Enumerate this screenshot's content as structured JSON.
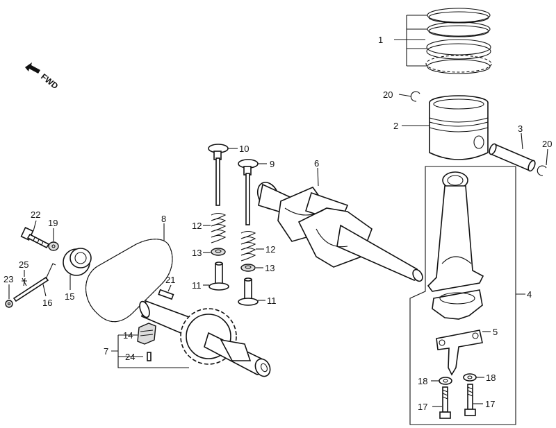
{
  "direction_indicator": {
    "text": "FWD"
  },
  "callouts": [
    {
      "id": "c1",
      "text": "1"
    },
    {
      "id": "c2",
      "text": "2"
    },
    {
      "id": "c3",
      "text": "3"
    },
    {
      "id": "c4",
      "text": "4"
    },
    {
      "id": "c5",
      "text": "5"
    },
    {
      "id": "c6",
      "text": "6"
    },
    {
      "id": "c7",
      "text": "7"
    },
    {
      "id": "c8",
      "text": "8"
    },
    {
      "id": "c9",
      "text": "9"
    },
    {
      "id": "c10",
      "text": "10"
    },
    {
      "id": "c11a",
      "text": "11"
    },
    {
      "id": "c11b",
      "text": "11"
    },
    {
      "id": "c12a",
      "text": "12"
    },
    {
      "id": "c12b",
      "text": "12"
    },
    {
      "id": "c13a",
      "text": "13"
    },
    {
      "id": "c13b",
      "text": "13"
    },
    {
      "id": "c14",
      "text": "14"
    },
    {
      "id": "c15",
      "text": "15"
    },
    {
      "id": "c16",
      "text": "16"
    },
    {
      "id": "c17a",
      "text": "17"
    },
    {
      "id": "c17b",
      "text": "17"
    },
    {
      "id": "c18a",
      "text": "18"
    },
    {
      "id": "c18b",
      "text": "18"
    },
    {
      "id": "c19",
      "text": "19"
    },
    {
      "id": "c20a",
      "text": "20"
    },
    {
      "id": "c20b",
      "text": "20"
    },
    {
      "id": "c21",
      "text": "21"
    },
    {
      "id": "c22",
      "text": "22"
    },
    {
      "id": "c23",
      "text": "23"
    },
    {
      "id": "c24",
      "text": "24"
    },
    {
      "id": "c25",
      "text": "25"
    }
  ]
}
